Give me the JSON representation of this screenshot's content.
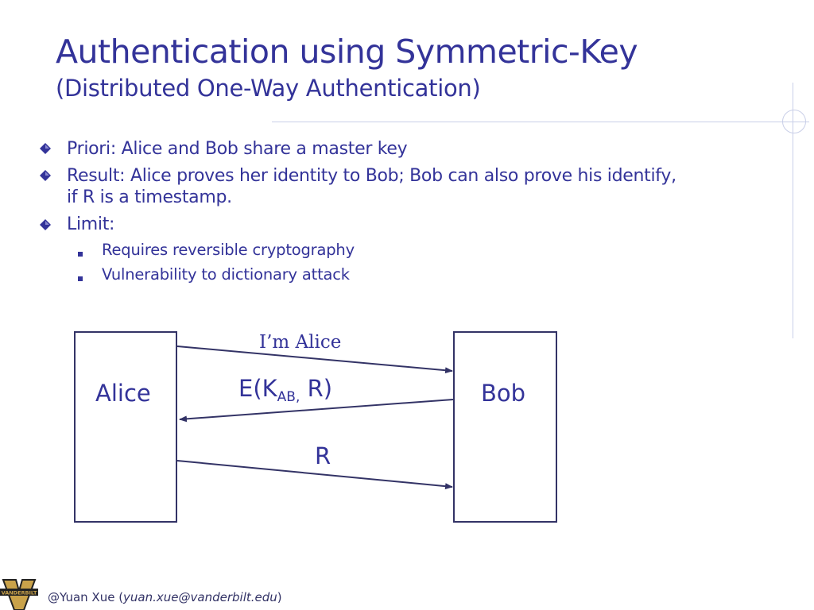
{
  "slide": {
    "title": "Authentication using Symmetric-Key",
    "subtitle": "(Distributed One-Way Authentication)"
  },
  "bullets": [
    {
      "text": "Priori: Alice and Bob share a master key"
    },
    {
      "text_line1": "Result: Alice proves her identity to Bob; Bob can also prove his identify,",
      "text_line2": "if R is a timestamp."
    },
    {
      "text": "Limit:",
      "sub": [
        "Requires reversible cryptography",
        "Vulnerability to dictionary attack"
      ]
    }
  ],
  "diagram": {
    "alice": "Alice",
    "bob": "Bob",
    "msg1": "I’m Alice",
    "msg2_prefix": "E(K",
    "msg2_sub": "AB,",
    "msg2_suffix": " R)",
    "msg3": "R"
  },
  "footer": {
    "prefix": "@Yuan Xue (",
    "email": "yuan.xue@vanderbilt.edu",
    "suffix": ")",
    "logo_text": "VANDERBILT"
  },
  "colors": {
    "title": "#333399",
    "decor": "#c9cfe8",
    "logo_gold": "#c9a24a"
  }
}
